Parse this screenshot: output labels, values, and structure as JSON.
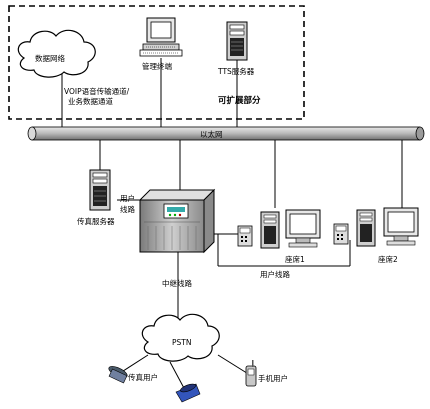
{
  "labels": {
    "data_network": "数据网络",
    "management_terminal": "管理终端",
    "tts_server": "TTS服务器",
    "voip_channel_line1": "VOIP语音传输通道/",
    "voip_channel_line2": "业务数据通道",
    "expandable_part": "可扩展部分",
    "ethernet": "以太网",
    "fax_server": "传真服务器",
    "user_line_a_1": "用户",
    "user_line_a_2": "线路",
    "seat1": "座席1",
    "seat2": "座席2",
    "user_line_b": "用户线路",
    "trunk_line": "中继线路",
    "pstn": "PSTN",
    "fax_user": "传真用户",
    "mobile_user": "手机用户"
  }
}
